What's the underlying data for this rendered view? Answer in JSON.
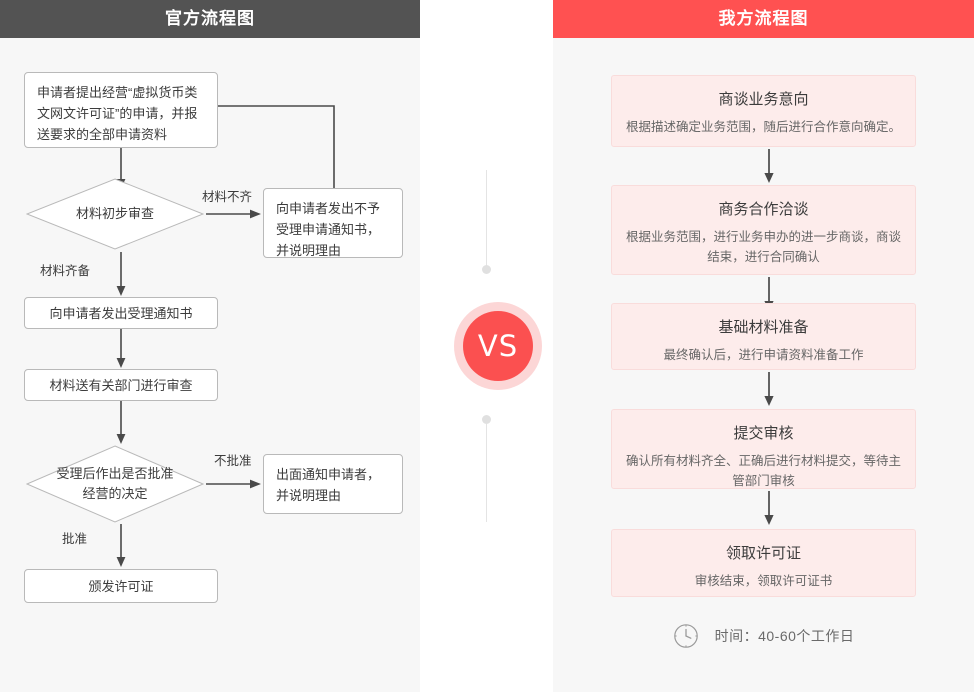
{
  "left_panel": {
    "header_title": "官方流程图",
    "header_bg": "#535353",
    "nodes": [
      {
        "id": "apply",
        "type": "box",
        "text": "申请者提出经营“虚拟货币类文网文许可证”的申请，并报送要求的全部申请资料"
      },
      {
        "id": "review1",
        "type": "diamond",
        "text": "材料初步审查"
      },
      {
        "id": "reject1",
        "type": "box",
        "text": "向申请者发出不予受理申请通知书，并说明理由"
      },
      {
        "id": "accept",
        "type": "box",
        "text": "向申请者发出受理通知书"
      },
      {
        "id": "dept",
        "type": "box",
        "text": "材料送有关部门进行审查"
      },
      {
        "id": "decision",
        "type": "diamond",
        "text": "受理后作出是否批准经营的决定"
      },
      {
        "id": "reject2",
        "type": "box",
        "text": "出面通知申请者，并说明理由"
      },
      {
        "id": "issue",
        "type": "box",
        "text": "颁发许可证"
      }
    ],
    "edge_labels": {
      "incomplete": "材料不齐",
      "complete": "材料齐备",
      "not_approved": "不批准",
      "approved": "批准"
    }
  },
  "center": {
    "vs_label": "VS",
    "circle_outer_color": "#fcd6d6",
    "circle_inner_color": "#fb5050"
  },
  "right_panel": {
    "header_title": "我方流程图",
    "header_bg": "#ff5151",
    "steps": [
      {
        "title": "商谈业务意向",
        "desc": "根据描述确定业务范围，随后进行合作意向确定。"
      },
      {
        "title": "商务合作洽谈",
        "desc": "根据业务范围，进行业务申办的进一步商谈，商谈结束，进行合同确认"
      },
      {
        "title": "基础材料准备",
        "desc": "最终确认后，进行申请资料准备工作"
      },
      {
        "title": "提交审核",
        "desc": "确认所有材料齐全、正确后进行材料提交，等待主管部门审核"
      },
      {
        "title": "领取许可证",
        "desc": "审核结束，领取许可证书"
      }
    ],
    "footer": {
      "icon": "clock-icon",
      "time_text": "时间：40-60个工作日"
    }
  }
}
